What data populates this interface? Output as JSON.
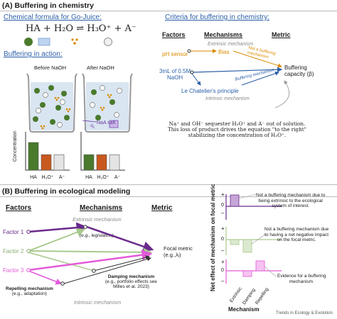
{
  "sectionA": {
    "title": "(A) Buffering in chemistry",
    "formula_heading": "Chemical formula for Go-Juice:",
    "equation": "HA + H₂O ⇌ H₃O⁺ + A⁻",
    "action_heading": "Buffering in action:",
    "before_label": "Before NaOH",
    "after_label": "After NaOH",
    "salt_label": "NaA salt",
    "concentration_label": "Concentration",
    "bar_categories": [
      "HA",
      "H₃O⁺",
      "A⁻"
    ],
    "before_values": [
      0.75,
      0.42,
      0.42
    ],
    "after_values": [
      0.42,
      0.42,
      0.42
    ],
    "bar_colors": [
      "#4a7a2c",
      "#c8581e",
      "#e4e4e4"
    ],
    "criteria_heading": "Criteria for buffering in chemistry:",
    "col_factors": "Factors",
    "col_mechanisms": "Mechanisms",
    "col_metric": "Metric",
    "extrinsic_mechanism": "Extrinsic mechanism",
    "ph_sensor": "pH sensor",
    "naoh_amount_line1": "3mL of 0.5M",
    "naoh_amount_line2": "NaOH",
    "bias": "Bias",
    "not_buffering_line1": "Not a buffering",
    "not_buffering_line2": "mechanism",
    "buffering_mechanism": "Buffering mechanism",
    "buffering_capacity_line1": "Buffering",
    "buffering_capacity_line2": "capacity (β)",
    "le_chatelier": "Le Chatelier's principle",
    "intrinsic_mechanism": "Intrinsic mechanism",
    "explanation": [
      "Na⁺ and OH⁻ sequester H₃O⁺ and A⁻ out of solution.",
      "This loss of product drives the equation \"to the right\"",
      "stabilizing the concentration of H₃O⁺."
    ]
  },
  "sectionB": {
    "title": "(B) Buffering in ecological modeling",
    "col_factors": "Factors",
    "col_mechanisms": "Mechanisms",
    "col_metric": "Metric",
    "factor1": "Factor 1",
    "factor2": "Factor 2",
    "factor3": "Factor 3",
    "extrinsic_mechanism": "Extrinsic mechanism",
    "extrinsic_example": "(e.g., legislation)",
    "focal_metric_line1": "Focal metric",
    "focal_metric_line2": "(e.g.,λᵢ)",
    "damping_line1": "Damping mechanism",
    "damping_line2": "(e.g., portfolio effects see",
    "damping_line3": "Milles et al. 2023)",
    "repelling_line1": "Repelling mechanism",
    "repelling_line2": "(e.g., adaptation)",
    "intrinsic_mechanism": "Intrinsic mechanism",
    "y_axis_label": "Net effect of mechanism on focal metric",
    "x_axis_label": "Mechanism",
    "x_categories": [
      "Extrinsic",
      "Damping",
      "Repelling"
    ],
    "plus": "+",
    "zero": "0",
    "minus": "–",
    "panel1_note": [
      "Not a buffering mechanism due to",
      "being extrinsic to the ecological",
      "system of interest."
    ],
    "panel2_note": [
      "Not a buffering mechanism due",
      "to having a net negative impact",
      "on the focal metric."
    ],
    "panel3_note": [
      "Evidence for a buffering",
      "mechanism."
    ],
    "panel_colors": [
      "#6a2a8c",
      "#a8c98c",
      "#e35ad8"
    ]
  },
  "footer": "Trends in Ecology & Evolution"
}
